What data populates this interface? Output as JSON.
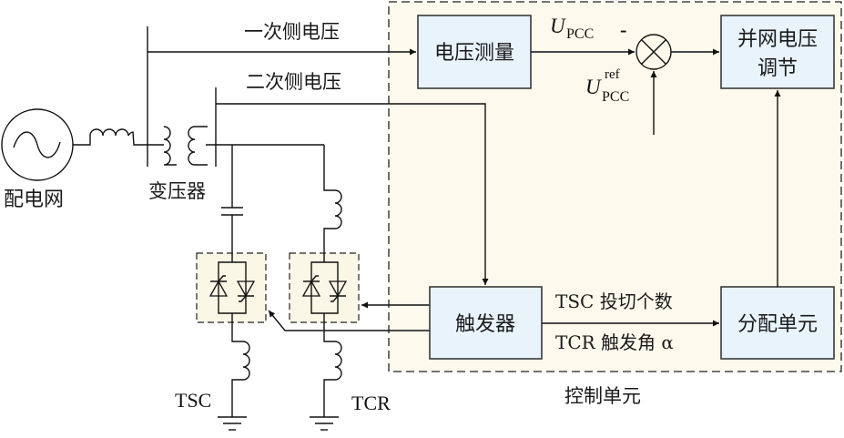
{
  "source": {
    "label": "配电网"
  },
  "transformer": {
    "label": "变压器"
  },
  "signals": {
    "primary_voltage": "一次侧电压",
    "secondary_voltage": "二次侧电压",
    "u_pcc": {
      "symbol": "U",
      "subscript": "PCC"
    },
    "u_pcc_ref": {
      "symbol": "U",
      "subscript": "PCC",
      "superscript": "ref"
    },
    "minus_sign": "-",
    "tsc_count": "TSC 投切个数",
    "tcr_angle": "TCR 触发角 α"
  },
  "blocks": {
    "voltage_measure": "电压测量",
    "grid_voltage_reg_line1": "并网电压",
    "grid_voltage_reg_line2": "调节",
    "trigger": "触发器",
    "distribution": "分配单元"
  },
  "control_unit": {
    "label": "控制单元"
  },
  "branches": {
    "tsc": "TSC",
    "tcr": "TCR"
  },
  "colors": {
    "block_fill": "#e8f3fc",
    "control_region_fill": "#fdf9ec",
    "line": "#111111"
  }
}
